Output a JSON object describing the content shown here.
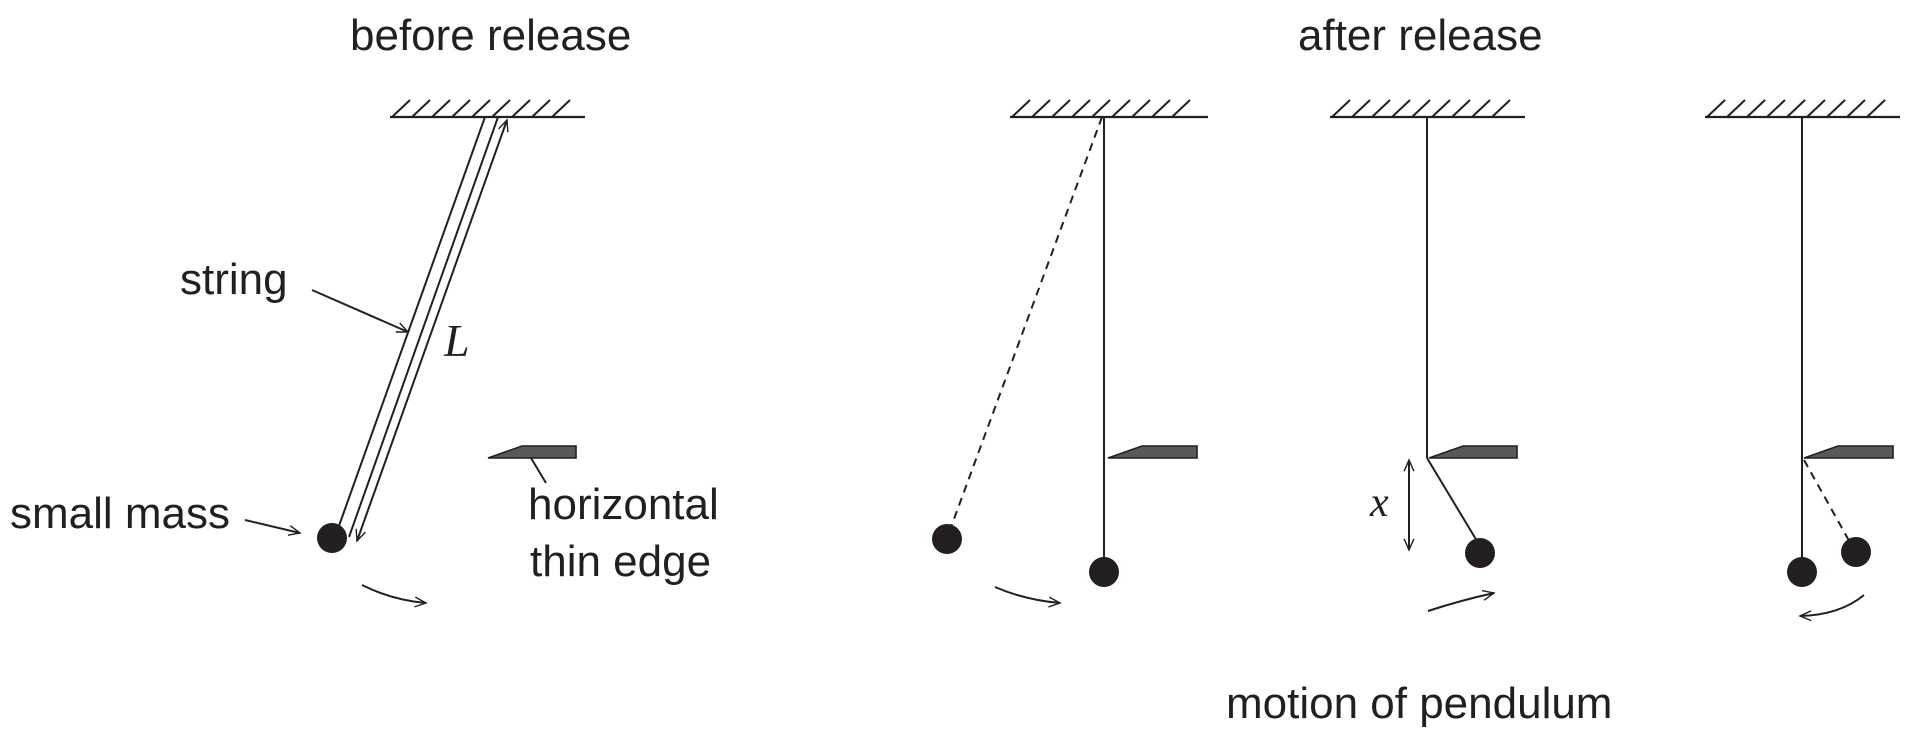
{
  "titles": {
    "before": "before release",
    "after": "after release",
    "motion": "motion of pendulum"
  },
  "labels": {
    "string": "string",
    "length": "L",
    "small_mass": "small mass",
    "edge_line1": "horizontal",
    "edge_line2": "thin edge",
    "x": "x"
  },
  "colors": {
    "ink": "#231f20",
    "edge_fill": "#58595b"
  }
}
